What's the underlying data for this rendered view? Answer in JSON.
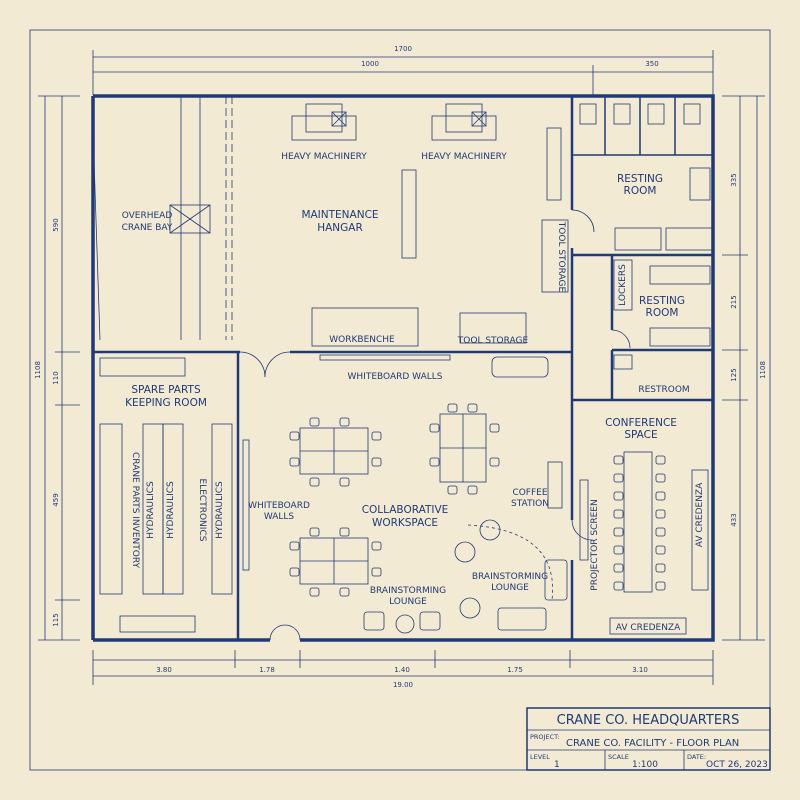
{
  "dimensions": {
    "top_total": "1700",
    "top_left": "1000",
    "top_right": "350",
    "left_total": "1108",
    "left_590": "590",
    "left_110": "110",
    "left_459": "459",
    "left_115": "115",
    "right_total": "1108",
    "right_335": "335",
    "right_215": "215",
    "right_125": "125",
    "right_433": "433",
    "bottom_1": "3.80",
    "bottom_2": "1.78",
    "bottom_3": "1.40",
    "bottom_4": "1.75",
    "bottom_5": "3.10",
    "bottom_total": "19.00"
  },
  "rooms": {
    "overhead_line1": "OVERHEAD",
    "overhead_line2": "CRANE BAY",
    "heavy_machinery_1": "HEAVY MACHINERY",
    "heavy_machinery_2": "HEAVY MACHINERY",
    "hangar_line1": "MAINTENANCE",
    "hangar_line2": "HANGAR",
    "tool_storage_vertical": "TOOL STORAGE",
    "workbenche": "WORKBENCHE",
    "tool_storage": "TOOL STORAGE",
    "resting_1_line1": "RESTING",
    "resting_1_line2": "ROOM",
    "lockers": "LOCKERS",
    "resting_2_line1": "RESTING",
    "resting_2_line2": "ROOM",
    "restroom": "RESTROOM",
    "whiteboard_walls_top": "WHITEBOARD WALLS",
    "spare_parts_line1": "SPARE PARTS",
    "spare_parts_line2": "KEEPING ROOM",
    "crane_parts_inventory": "CRANE PARTS INVENTORY",
    "hydraulics_1": "HYDRAULICS",
    "hydraulics_2": "HYDRAULICS",
    "electronics": "ELECTRONICS",
    "hydraulics_3": "HYDRAULICS",
    "whiteboard_left_line1": "WHITEBOARD",
    "whiteboard_left_line2": "WALLS",
    "collab_line1": "COLLABORATIVE",
    "collab_line2": "WORKSPACE",
    "coffee_line1": "COFFEE",
    "coffee_line2": "STATION",
    "brainstorm_a_line1": "BRAINSTORMING",
    "brainstorm_a_line2": "LOUNGE",
    "brainstorm_b_line1": "BRAINSTORMING",
    "brainstorm_b_line2": "LOUNGE",
    "conference_line1": "CONFERENCE",
    "conference_line2": "SPACE",
    "projector_screen": "PROJECTOR SCREEN",
    "av_credenza_vertical": "AV CREDENZA",
    "av_credenza": "AV CREDENZA"
  },
  "title_block": {
    "title": "CRANE CO. HEADQUARTERS",
    "project_label": "PROJECT:",
    "project_value": "CRANE CO. FACILITY - FLOOR PLAN",
    "level_label": "LEVEL",
    "level_value": "1",
    "scale_label": "SCALE",
    "scale_value": "1:100",
    "date_label": "DATE:",
    "date_value": "OCT 26, 2023"
  }
}
